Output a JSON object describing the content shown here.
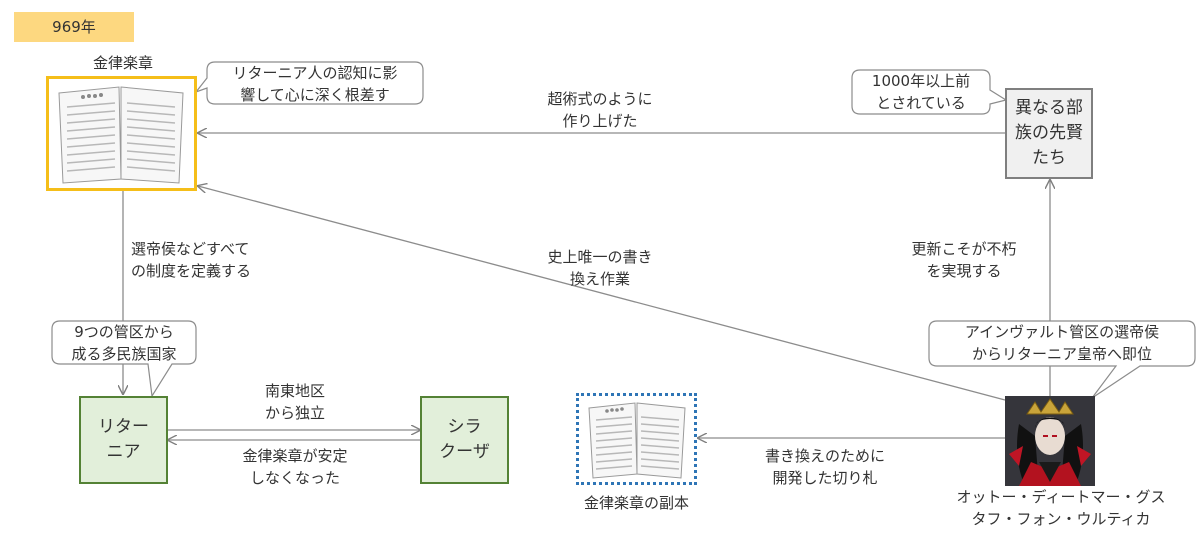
{
  "year": "969年",
  "book": {
    "label": "金律楽章",
    "callout": [
      "リターニア人の認知に影",
      "響して心に深く根差す"
    ]
  },
  "sages": {
    "label": [
      "異なる部",
      "族の先賢",
      "たち"
    ],
    "callout": [
      "1000年以上前",
      "とされている"
    ]
  },
  "liternia": {
    "label": [
      "リター",
      "ニア"
    ],
    "callout": [
      "9つの管区から",
      "成る多民族国家"
    ]
  },
  "siracusa": {
    "label": [
      "シラ",
      "クーザ"
    ]
  },
  "copy": {
    "label": "金律楽章の副本"
  },
  "otto": {
    "name": [
      "オットー・ディートマー・グス",
      "タフ・フォン・ウルティカ"
    ],
    "callout": [
      "アインヴァルト管区の選帝侯",
      "からリターニア皇帝へ即位"
    ]
  },
  "edges": {
    "sages_to_book": [
      "超術式のように",
      "作り上げた"
    ],
    "book_to_liternia": [
      "選帝侯などすべて",
      "の制度を定義する"
    ],
    "otto_to_book": [
      "史上唯一の書き",
      "換え作業"
    ],
    "otto_to_sages": [
      "更新こそが不朽",
      "を実現する"
    ],
    "liternia_siracusa_top": [
      "南東地区",
      "から独立"
    ],
    "liternia_siracusa_bottom": [
      "金律楽章が安定",
      "しなくなった"
    ],
    "otto_to_copy": [
      "書き換えのために",
      "開発した切り札"
    ]
  },
  "colors": {
    "book_frame": "#f5be19",
    "green_fill": "#e2efda",
    "green_border": "#548235",
    "gray_border": "#7f7f7f",
    "year_fill": "#fdd880",
    "dotted_blue": "#2e75b6",
    "arrow": "#7f7f7f"
  }
}
